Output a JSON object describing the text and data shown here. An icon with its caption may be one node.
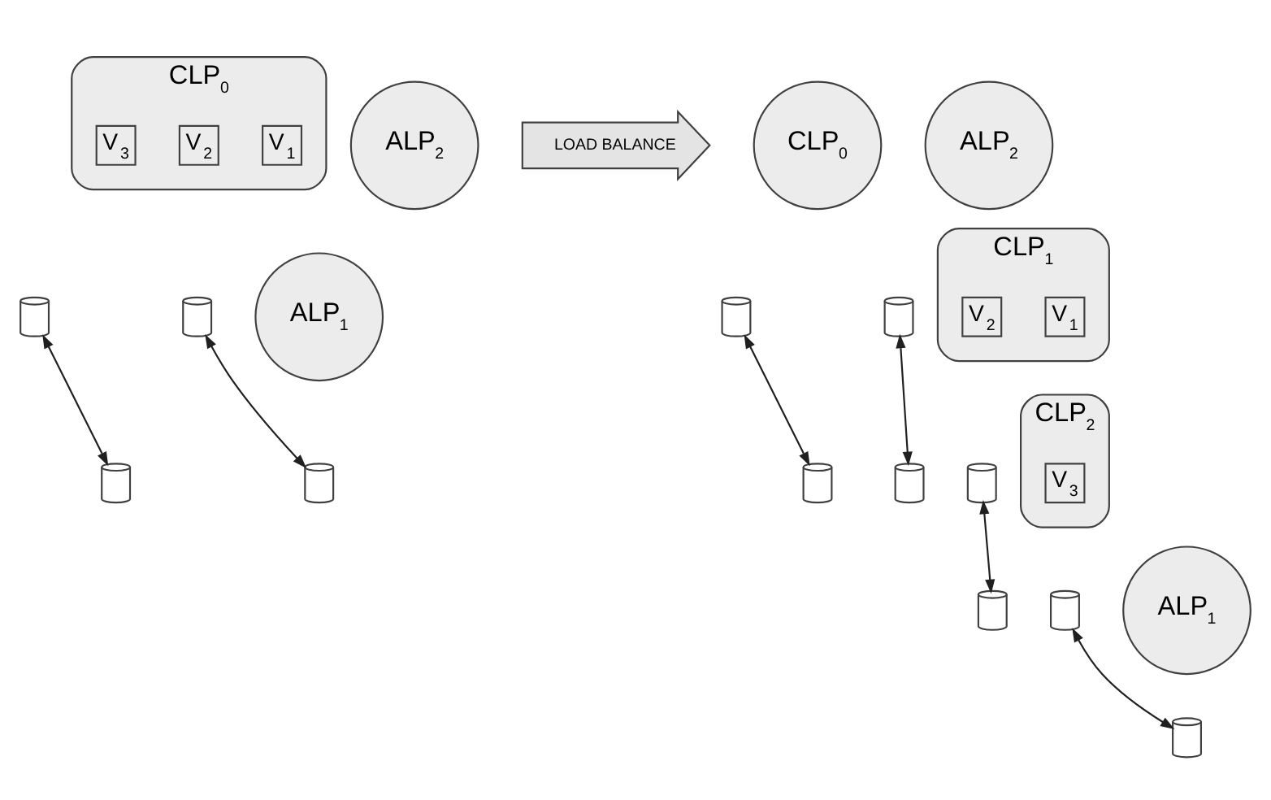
{
  "diagram": {
    "nodes": [
      {
        "text": [
          "CLP$_{0}$"
        ]
      },
      {
        "text": [
          "V$_{1}$"
        ],
        "in": 0
      },
      {
        "text": [
          "V$_{2}$"
        ],
        "in": 0
      },
      {
        "text": [
          "V$_{3}$"
        ],
        "in": 0
      },
      {
        "text": [],
        "shape": "cylinder"
      },
      {
        "text": [],
        "shape": "cylinder"
      },
      {
        "text": [],
        "shape": "cylinder"
      },
      {
        "text": [
          "ALP$_{1}$"
        ]
      },
      {
        "text": [],
        "shape": "cylinder"
      },
      {
        "text": [
          "ALP$_{2}$"
        ]
      },
      {
        "text": [
          "LOAD BALANCE"
        ]
      },
      {
        "text": [
          "CLP$_{0}$"
        ]
      },
      {
        "text": [],
        "shape": "cylinder"
      },
      {
        "text": [],
        "shape": "cylinder"
      },
      {
        "text": [],
        "shape": "cylinder"
      },
      {
        "text": [
          "CLP$_{1}$"
        ]
      },
      {
        "text": [
          "V$_{1}$"
        ],
        "in": 15
      },
      {
        "text": [
          "V$_{2}$"
        ],
        "in": 15
      },
      {
        "text": [],
        "shape": "cylinder"
      },
      {
        "text": [],
        "shape": "cylinder"
      },
      {
        "text": [
          "CLP$_{2}$"
        ]
      },
      {
        "text": [
          "V$_{3}$"
        ],
        "in": 20
      },
      {
        "text": [],
        "shape": "cylinder"
      },
      {
        "text": [],
        "shape": "cylinder"
      },
      {
        "text": [
          "ALP$_{1}$"
        ]
      },
      {
        "text": [],
        "shape": "cylinder"
      },
      {
        "text": [
          "ALP$_{2}$"
        ]
      }
    ],
    "edges": [
      {
        "from": 4,
        "to": 6,
        "arrow": "both"
      },
      {
        "from": 5,
        "to": 8,
        "arrow": "both"
      },
      {
        "from": 12,
        "to": 14,
        "arrow": "both"
      },
      {
        "from": 13,
        "to": 19,
        "arrow": "both"
      },
      {
        "from": 18,
        "to": 23,
        "arrow": "both"
      },
      {
        "from": 22,
        "to": 25,
        "arrow": "both"
      }
    ]
  }
}
